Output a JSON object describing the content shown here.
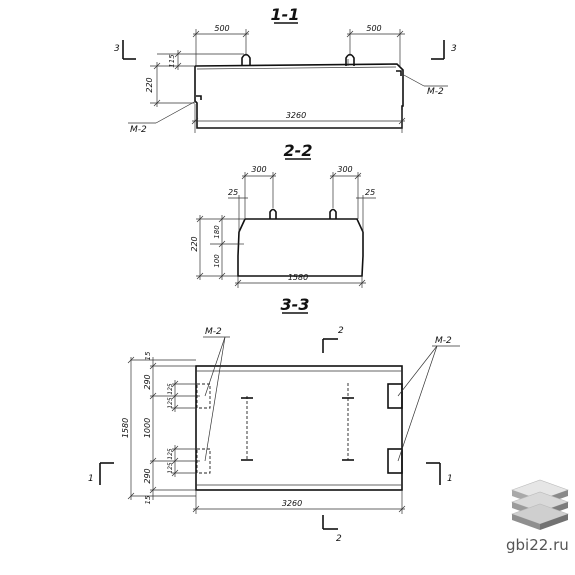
{
  "sections": {
    "s11": {
      "title": "1-1",
      "dim_left_spacing": "500",
      "dim_right_spacing": "500",
      "dim_loop_height": "115",
      "dim_height": "220",
      "dim_length": "3260",
      "mark_left": "M-2",
      "mark_right": "M-2",
      "cut_left": "3",
      "cut_right": "3"
    },
    "s22": {
      "title": "2-2",
      "dim_left_spacing": "300",
      "dim_right_spacing": "300",
      "dim_left_offset": "25",
      "dim_right_offset": "25",
      "dim_height": "220",
      "dim_upper": "180",
      "dim_lower": "100",
      "dim_width": "1580"
    },
    "s33": {
      "title": "3-3",
      "mark_left": "M-2",
      "mark_right": "M-2",
      "cut_top": "2",
      "cut_bottom": "2",
      "cut_left": "1",
      "cut_right": "1",
      "dim_width": "1580",
      "dim_top_edge": "15",
      "dim_top": "290",
      "dim_upper_a": "125",
      "dim_upper_b": "125",
      "dim_middle": "1000",
      "dim_lower_a": "125",
      "dim_lower_b": "125",
      "dim_bottom": "290",
      "dim_bottom_edge": "15",
      "dim_length": "3260"
    }
  },
  "logo": {
    "icon": "stacked-slabs-logo",
    "site": "gbi22.ru"
  }
}
